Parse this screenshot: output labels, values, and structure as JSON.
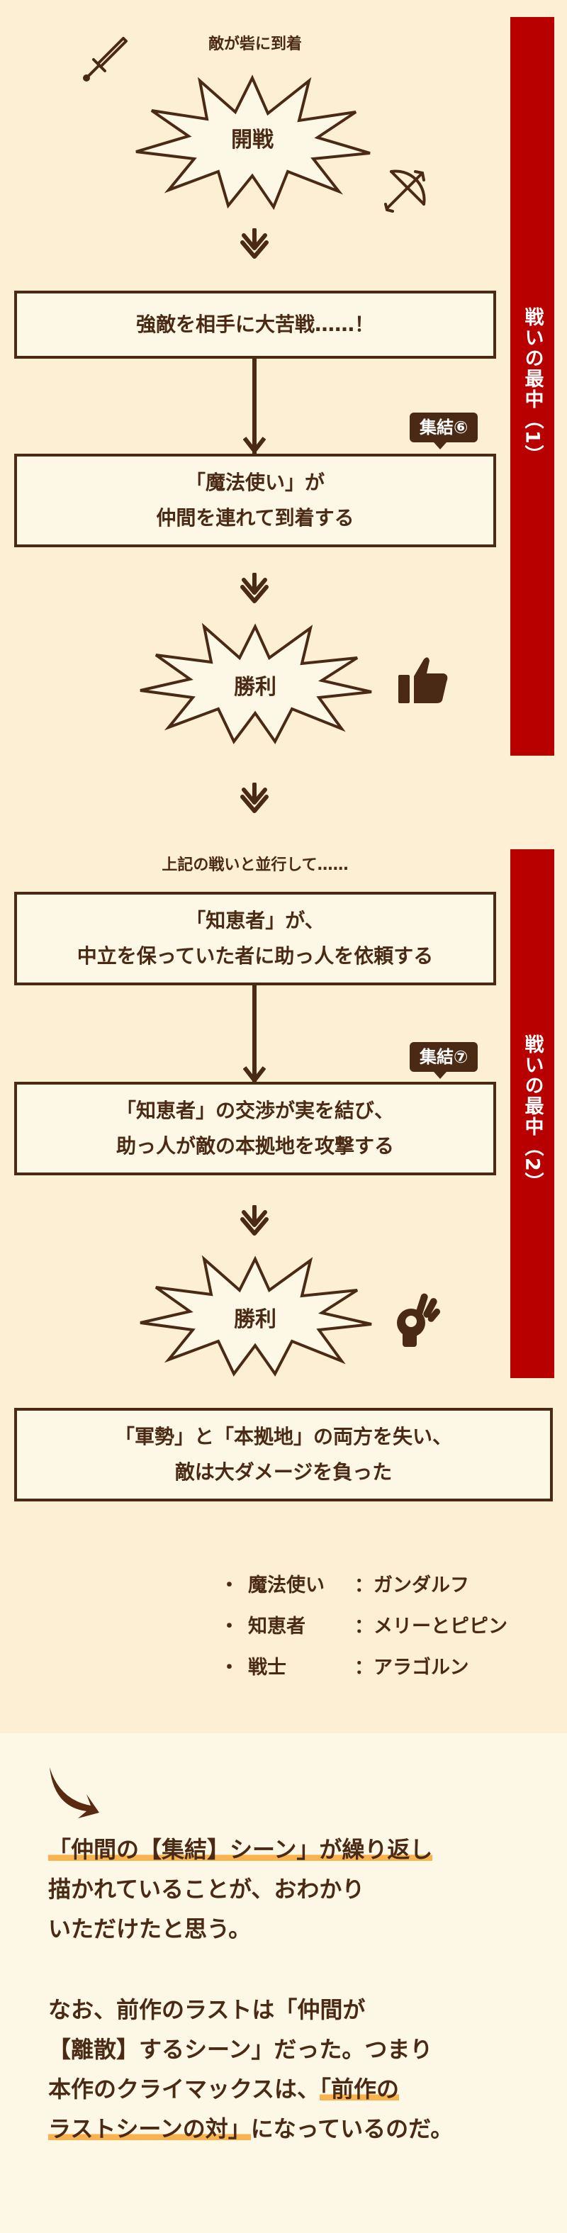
{
  "battle1": {
    "caption": "敵が砦に到着",
    "burst": "開戦",
    "box1": "強敵を相手に大苦戦……！",
    "tag": "集結⑥",
    "box2": "「魔法使い」が\n仲間を連れて到着する",
    "victory": "勝利",
    "side_label": "戦いの最中（1）"
  },
  "battle2": {
    "caption": "上記の戦いと並行して……",
    "box1": "「知恵者」が、\n中立を保っていた者に助っ人を依頼する",
    "tag": "集結⑦",
    "box2": "「知恵者」の交渉が実を結び、\n助っ人が敵の本拠地を攻撃する",
    "victory": "勝利",
    "side_label": "戦いの最中（2）"
  },
  "result_box": "「軍勢」と「本拠地」の両方を失い、\n敵は大ダメージを負った",
  "legend": [
    {
      "bullet": "・",
      "name": "魔法使い",
      "value": "：ガンダルフ"
    },
    {
      "bullet": "・",
      "name": "知恵者",
      "value": "：メリーとピピン"
    },
    {
      "bullet": "・",
      "name": "戦士",
      "value": "：アラゴルン"
    }
  ],
  "conclusion": {
    "p1_hl": "「仲間の【集結】シーン」が繰り返し",
    "p1_l2": "描かれていることが、おわかり",
    "p1_l3": "いただけたと思う。",
    "p2_l1": "なお、前作のラストは「仲間が",
    "p2_l2": "【離散】するシーン」だった。つまり",
    "p2_l3a": "本作のクライマックスは、",
    "p2_l3b": "「前作の",
    "p2_l4a": "ラストシーンの対」",
    "p2_l4b": "になっているのだ。"
  },
  "icons": [
    "sword-icon",
    "bow-icon",
    "thumbs-up-icon",
    "ok-hand-icon",
    "down-right-arrow-icon"
  ],
  "colors": {
    "background": "#fdefd4",
    "dark_brown": "#4a2a14",
    "side_bar_red": "#b80000",
    "highlight": "#f9b24e"
  }
}
